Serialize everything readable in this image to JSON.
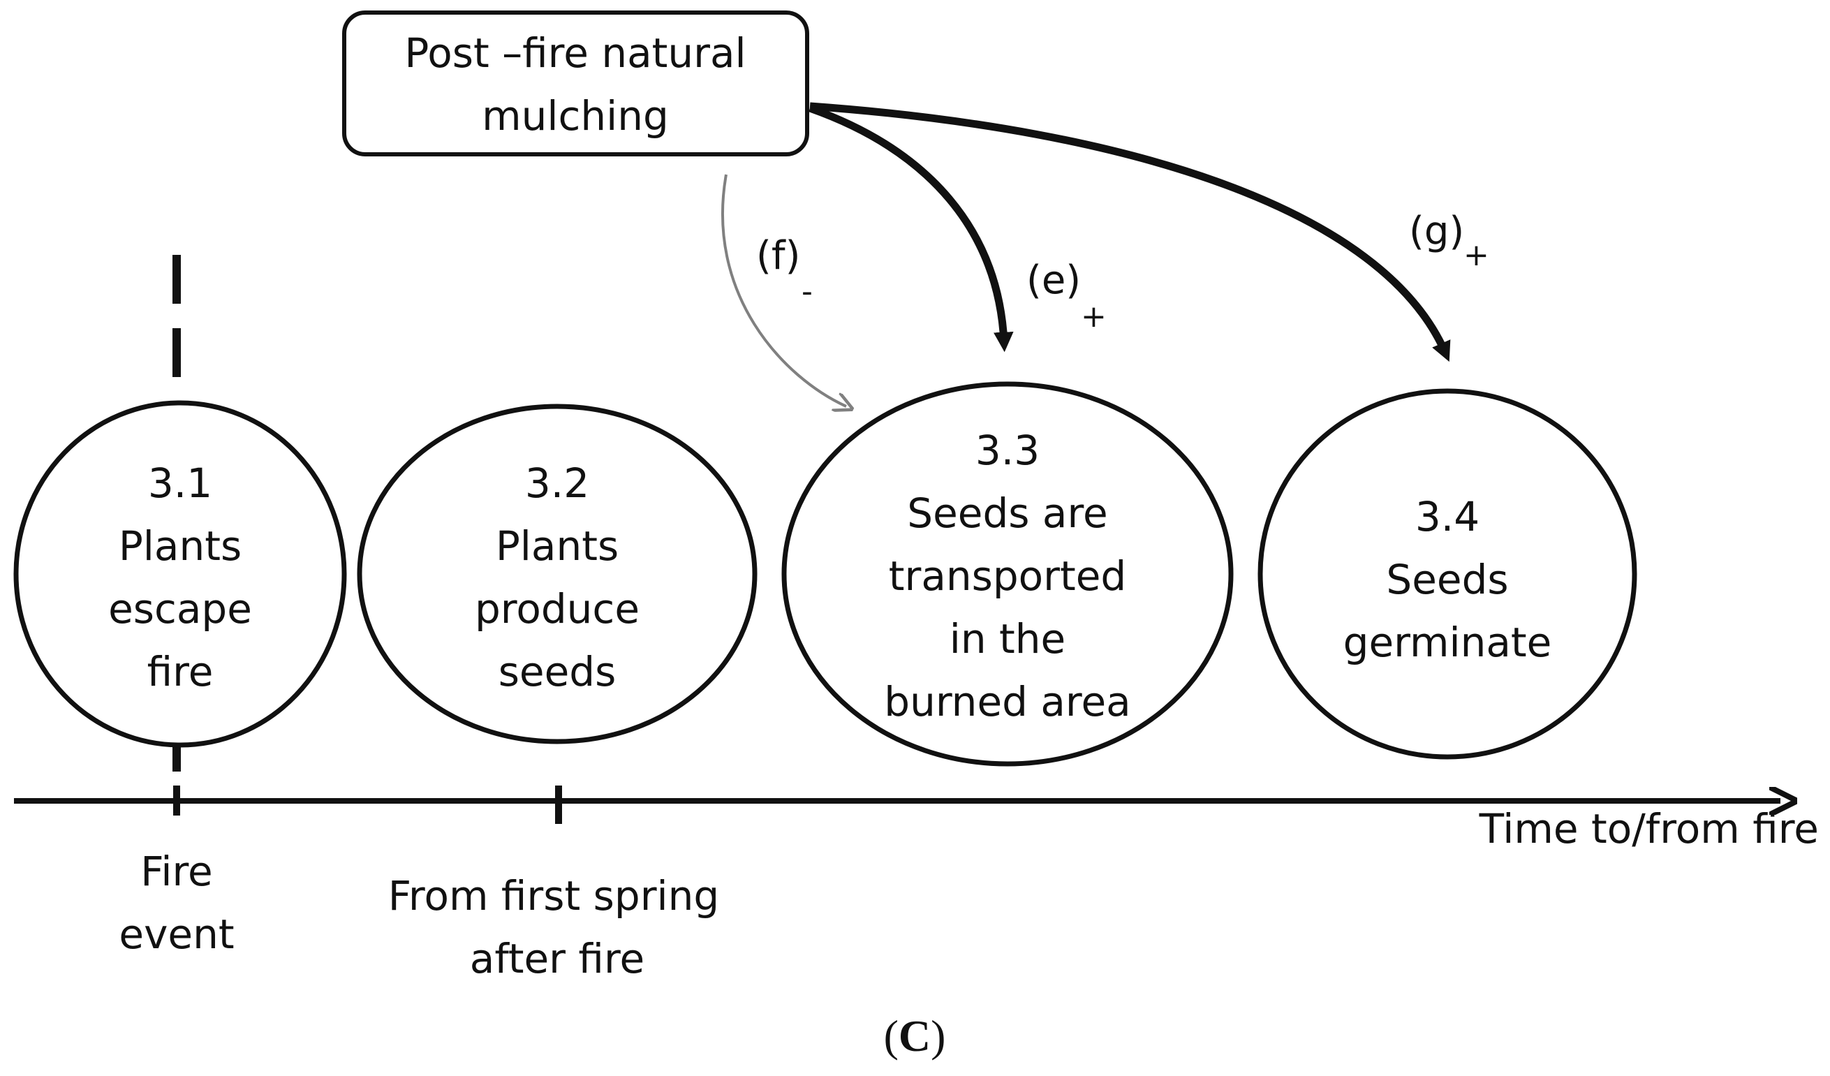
{
  "mulch_box": {
    "line1": "Post –fire natural",
    "line2": "mulching"
  },
  "stages": [
    {
      "number": "3.1",
      "lines": [
        "Plants",
        "escape",
        "fire"
      ]
    },
    {
      "number": "3.2",
      "lines": [
        "Plants",
        "produce",
        "seeds"
      ]
    },
    {
      "number": "3.3",
      "lines": [
        "Seeds are",
        "transported",
        "in the",
        "burned area"
      ]
    },
    {
      "number": "3.4",
      "lines": [
        "Seeds",
        "germinate"
      ]
    }
  ],
  "effects": {
    "e": {
      "label": "(e)",
      "sign": "+"
    },
    "f": {
      "label": "(f)",
      "sign": "-"
    },
    "g": {
      "label": "(g)",
      "sign": "+"
    }
  },
  "timeline": {
    "axis_label": "Time to/from fire",
    "tick1_lines": [
      "Fire",
      "event"
    ],
    "tick2_lines": [
      "From first spring",
      "after fire"
    ]
  },
  "panel_caption": {
    "open": "(",
    "letter": "C",
    "close": ")"
  },
  "colors": {
    "ink": "#111111",
    "gray_arrow": "#808080"
  }
}
